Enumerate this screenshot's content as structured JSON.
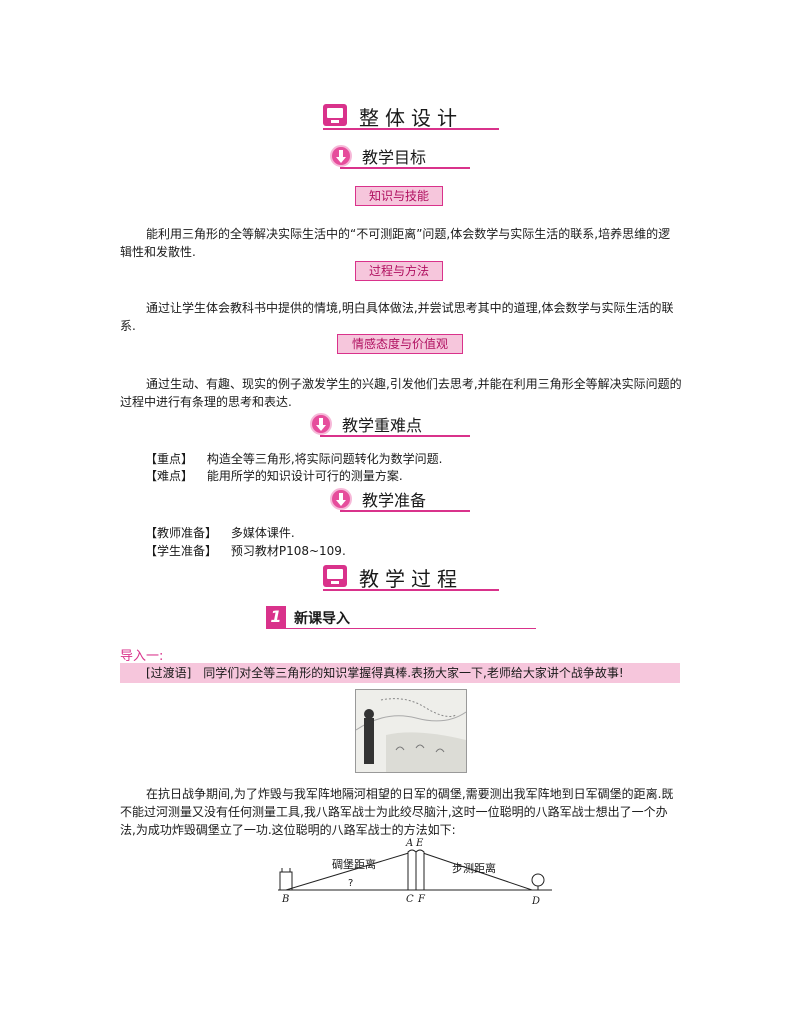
{
  "section1_title": "整体设计",
  "objectives_title": "教学目标",
  "knowledge_label": "知识与技能",
  "knowledge_text": "能利用三角形的全等解决实际生活中的“不可测距离”问题,体会数学与实际生活的联系,培养思维的逻辑性和发散性.",
  "process_label": "过程与方法",
  "process_text": "通过让学生体会教科书中提供的情境,明白具体做法,并尝试思考其中的道理,体会数学与实际生活的联系.",
  "attitude_label": "情感态度与价值观",
  "attitude_text": "通过生动、有趣、现实的例子激发学生的兴趣,引发他们去思考,并能在利用三角形全等解决实际问题的过程中进行有条理的思考和表达.",
  "keypoints_title": "教学重难点",
  "key_label": "【重点】",
  "key_text": "构造全等三角形,将实际问题转化为数学问题.",
  "difficult_label": "【难点】",
  "difficult_text": "能用所学的知识设计可行的测量方案.",
  "prep_title": "教学准备",
  "teacher_label": "【教师准备】",
  "teacher_text": "多媒体课件.",
  "student_label": "【学生准备】",
  "student_text": "预习教材P108~109.",
  "section2_title": "教学过程",
  "part_number": "1",
  "part_title": "新课导入",
  "intro_label": "导入一:",
  "transition_label": "[过渡语]",
  "transition_text": "同学们对全等三角形的知识掌握得真棒.表扬大家一下,老师给大家讲个战争故事!",
  "story_text": "在抗日战争期间,为了炸毁与我军阵地隔河相望的日军的碉堡,需要测出我军阵地到日军碉堡的距离.既不能过河测量又没有任何测量工具,我八路军战士为此绞尽脑汁,这时一位聪明的八路军战士想出了一个办法,为成功炸毁碉堡立了一功.这位聪明的八路军战士的方法如下:",
  "diagram": {
    "label_left": "碉堡距离",
    "label_right": "步测距离",
    "question": "?",
    "pt_A": "A",
    "pt_E": "E",
    "pt_B": "B",
    "pt_C": "C",
    "pt_F": "F",
    "pt_D": "D"
  },
  "colors": {
    "accent": "#d9328b",
    "box_fill": "#f6c6dc"
  }
}
